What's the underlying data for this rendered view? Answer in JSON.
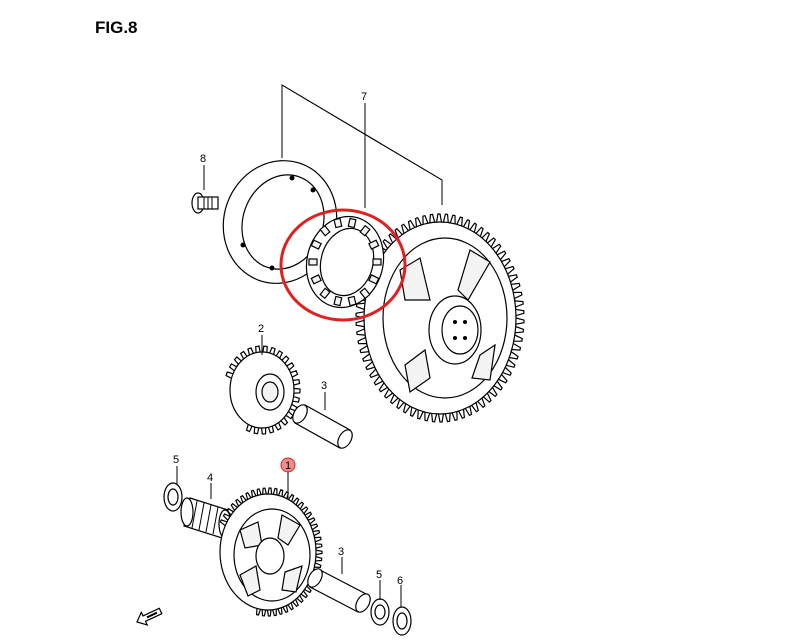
{
  "figure": {
    "title": "FIG.8"
  },
  "callouts": {
    "c1": "1",
    "c2": "2",
    "c3a": "3",
    "c3b": "3",
    "c4": "4",
    "c5a": "5",
    "c5b": "5",
    "c6": "6",
    "c7": "7",
    "c8": "8"
  },
  "colors": {
    "highlight_circle": "#e02020",
    "marker_fill": "#e87a7a",
    "line": "#000000"
  },
  "icons": {
    "front_arrow": "front-direction-arrow-icon"
  }
}
